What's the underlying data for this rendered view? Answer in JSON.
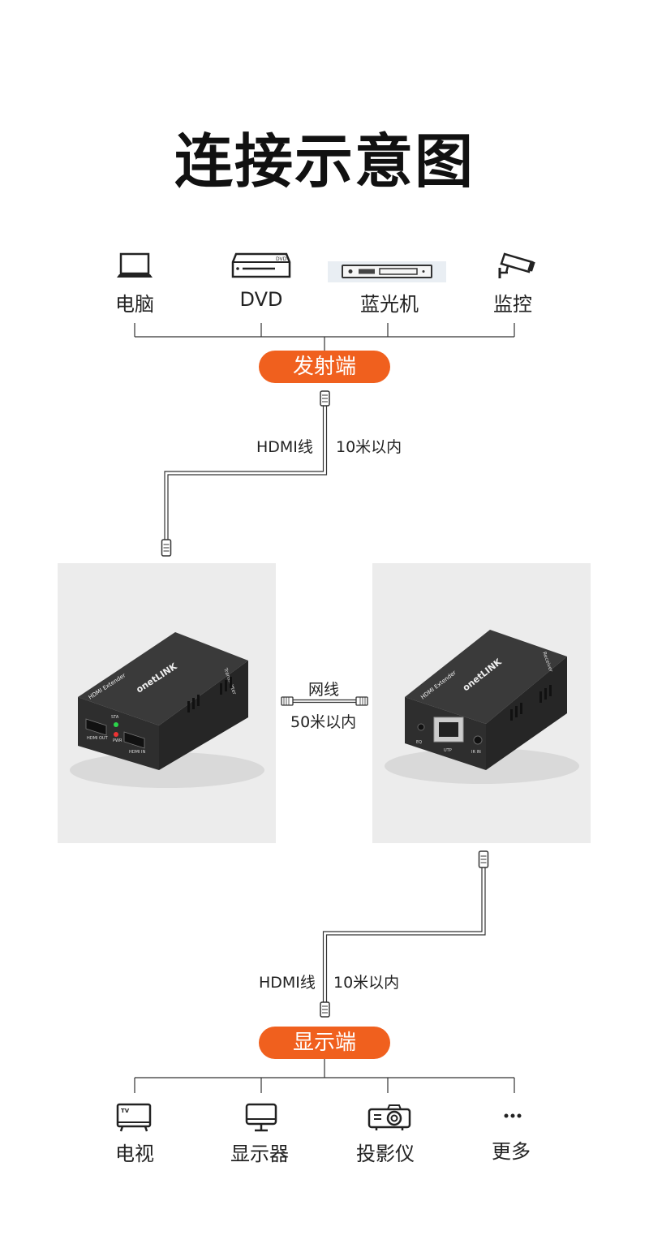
{
  "title": "连接示意图",
  "sources": [
    {
      "label": "电脑",
      "icon": "laptop-icon"
    },
    {
      "label": "DVD",
      "icon": "dvd-player-icon"
    },
    {
      "label": "蓝光机",
      "icon": "bluray-player-icon"
    },
    {
      "label": "监控",
      "icon": "cctv-camera-icon"
    }
  ],
  "transmitter_label": "发射端",
  "top_cable": {
    "type": "HDMI线",
    "length": "10米以内"
  },
  "middle_cable": {
    "type": "网线",
    "length": "50米以内"
  },
  "bottom_cable": {
    "type": "HDMI线",
    "length": "10米以内"
  },
  "receiver_label": "显示端",
  "displays": [
    {
      "label": "电视",
      "icon": "tv-icon"
    },
    {
      "label": "显示器",
      "icon": "monitor-icon"
    },
    {
      "label": "投影仪",
      "icon": "projector-icon"
    },
    {
      "label": "更多",
      "icon": "more-icon"
    }
  ],
  "transmitter_device": {
    "brand": "onetLINK",
    "model": "HDMI Extender",
    "side": "Transmitter",
    "ports": [
      "HDMI OUT",
      "STA",
      "PWR",
      "HDMI IN"
    ]
  },
  "receiver_device": {
    "brand": "onetLINK",
    "model": "HDMI Extender",
    "side": "Receiver",
    "ports": [
      "EQ",
      "UTP",
      "IR IN"
    ]
  },
  "colors": {
    "accent": "#f0601e",
    "device": "#2e2e2e",
    "photo_bg": "#ececec"
  }
}
